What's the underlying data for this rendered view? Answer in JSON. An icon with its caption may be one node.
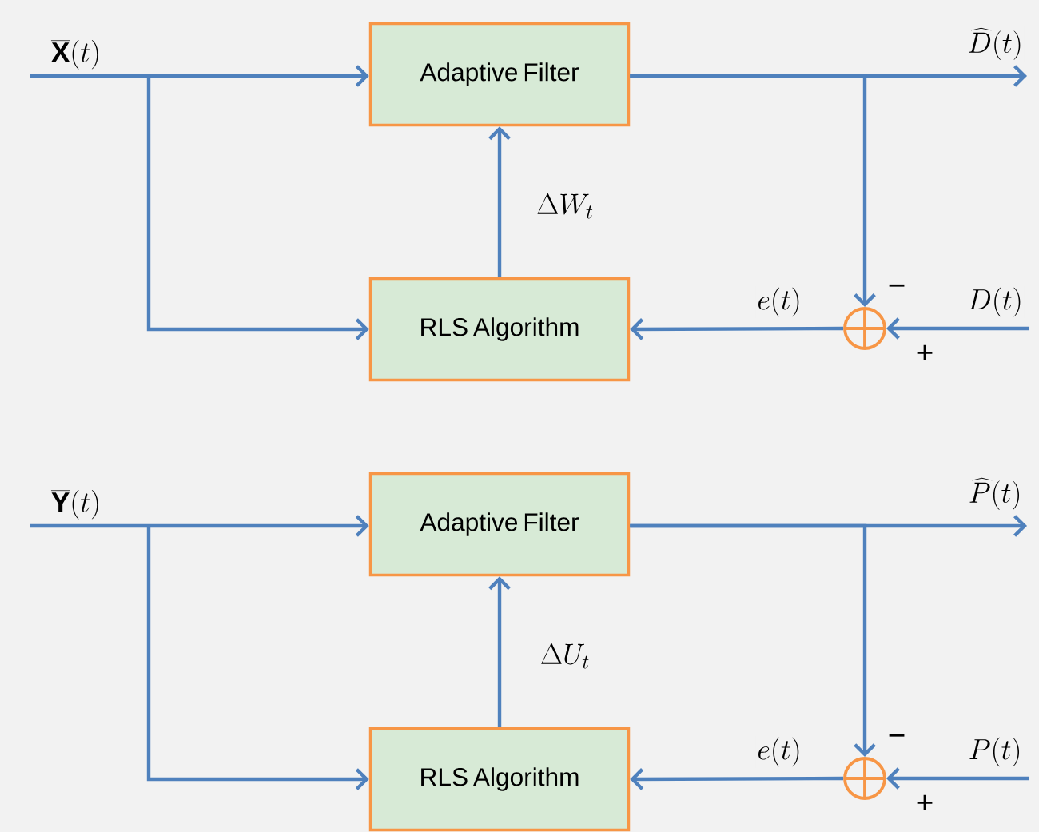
{
  "diagram": {
    "nodes": [
      {
        "text": [
          "Adaptive Filter"
        ]
      },
      {
        "text": [
          "RLS Algorithm"
        ]
      },
      {
        "text": [],
        "shape": "circle",
        "beside": [
          "−",
          "+"
        ]
      },
      {
        "text": [
          "Adaptive Filter"
        ]
      },
      {
        "text": [
          "RLS Algorithm"
        ]
      },
      {
        "text": [],
        "shape": "circle",
        "beside": [
          "−",
          "+"
        ]
      }
    ],
    "edges": [
      {
        "from": null,
        "to": 0,
        "arrow": "to",
        "label": "\\overline{\\mathbf{X}}(t)"
      },
      {
        "from": null,
        "to": 1,
        "arrow": "to"
      },
      {
        "from": 0,
        "to": null,
        "arrow": "to",
        "label": "\\widehat{D}(t)"
      },
      {
        "from": 0,
        "to": 2,
        "arrow": "to"
      },
      {
        "from": null,
        "to": 2,
        "arrow": "to",
        "label": "D(t)"
      },
      {
        "from": 2,
        "to": 1,
        "arrow": "to",
        "label": "e(t)"
      },
      {
        "from": 1,
        "to": 0,
        "arrow": "to",
        "label": "\\Delta W_t"
      },
      {
        "from": null,
        "to": 3,
        "arrow": "to",
        "label": "\\overline{\\mathbf{Y}}(t)"
      },
      {
        "from": null,
        "to": 4,
        "arrow": "to"
      },
      {
        "from": 3,
        "to": null,
        "arrow": "to",
        "label": "\\widehat{P}(t)"
      },
      {
        "from": 3,
        "to": 5,
        "arrow": "to"
      },
      {
        "from": null,
        "to": 5,
        "arrow": "to",
        "label": "P(t)"
      },
      {
        "from": 5,
        "to": 4,
        "arrow": "to",
        "label": "e(t)"
      },
      {
        "from": 4,
        "to": 3,
        "arrow": "to",
        "label": "\\Delta U_t"
      }
    ]
  }
}
